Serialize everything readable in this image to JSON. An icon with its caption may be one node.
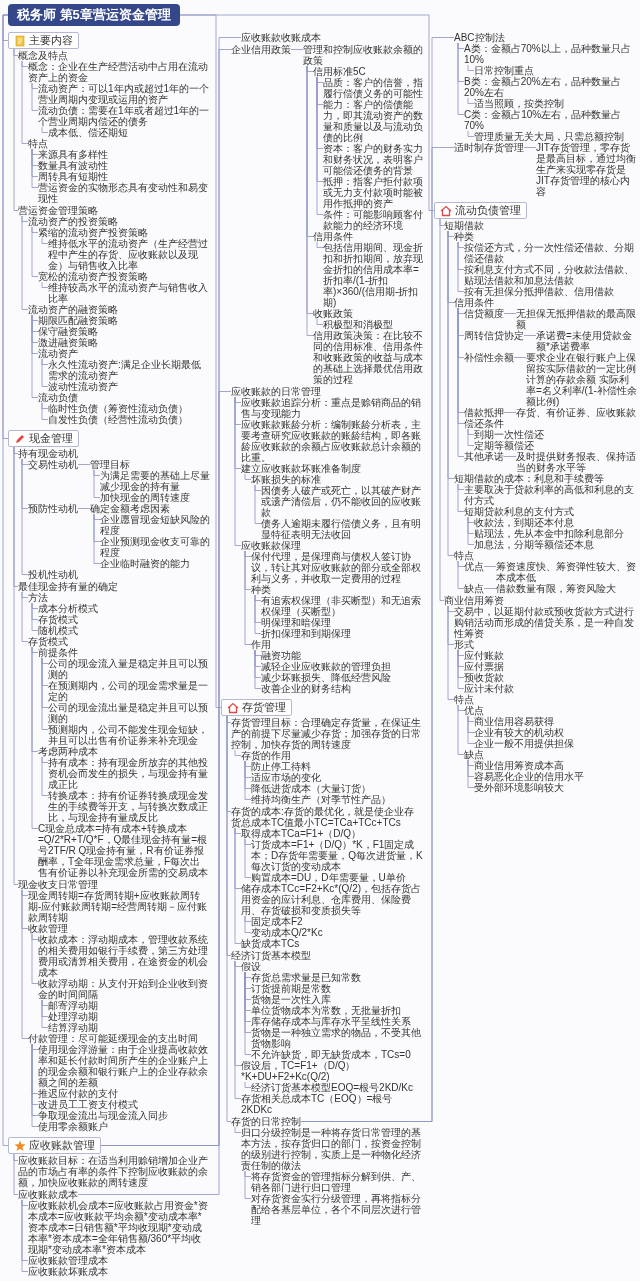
{
  "diagram": {
    "nodes": [
      {
        "text": [
          "税务师 第5章营运资金管理"
        ]
      },
      {
        "text": [
          "主要内容"
        ]
      },
      {
        "text": [
          "概念及特点"
        ]
      },
      {
        "text": [
          "概念：企业在生产经营活动中占用在流动资产上的资金"
        ]
      },
      {
        "text": [
          "流动资产：可以1年内或超过1年的一个营业周期内变现或运用的资产"
        ]
      },
      {
        "text": [
          "流动负债：需要在1年或者超过1年的一个营业周期内偿还的债务"
        ]
      },
      {
        "text": [
          "成本低、偿还期短"
        ]
      },
      {
        "text": [
          "特点"
        ]
      },
      {
        "text": [
          "来源具有多样性"
        ]
      },
      {
        "text": [
          "数量具有波动性"
        ]
      },
      {
        "text": [
          "周转具有短期性"
        ]
      },
      {
        "text": [
          "营运资金的实物形态具有变动性和易变现性"
        ]
      },
      {
        "text": [
          "营运资金管理策略"
        ]
      },
      {
        "text": [
          "流动资产的投资策略"
        ]
      },
      {
        "text": [
          "紧缩的流动资产投资策略"
        ]
      },
      {
        "text": [
          "维持低水平的流动资产（生产经营过程中产生的存货、应收账款以及现金）与销售收入比率"
        ]
      },
      {
        "text": [
          "宽松的流动资产投资策略"
        ]
      },
      {
        "text": [
          "维持较高水平的流动资产与销售收入比率"
        ]
      },
      {
        "text": [
          "流动资产的融资策略"
        ]
      },
      {
        "text": [
          "期限匹配融资策略"
        ]
      },
      {
        "text": [
          "保守融资策略"
        ]
      },
      {
        "text": [
          "激进融资策略"
        ]
      },
      {
        "text": [
          "流动资产"
        ]
      },
      {
        "text": [
          "永久性流动资产:满足企业长期最低需求的流动资产"
        ]
      },
      {
        "text": [
          "波动性流动资产"
        ]
      },
      {
        "text": [
          "流动负债"
        ]
      },
      {
        "text": [
          "临时性负债（筹资性流动负债）"
        ]
      },
      {
        "text": [
          "自发性负债（经营性流动负债）"
        ]
      },
      {
        "text": [
          "现金管理"
        ]
      },
      {
        "text": [
          "持有现金动机"
        ]
      },
      {
        "text": [
          "交易性动机"
        ]
      },
      {
        "text": [
          "管理目标"
        ]
      },
      {
        "text": [
          "为满足需要的基础上尽量减少现金的持有量"
        ]
      },
      {
        "text": [
          "加快现金的周转速度"
        ]
      },
      {
        "text": [
          "预防性动机"
        ]
      },
      {
        "text": [
          "确定金额考虑因素"
        ]
      },
      {
        "text": [
          "企业愿冒现金短缺风险的程度"
        ]
      },
      {
        "text": [
          "企业预测现金收支可靠的程度"
        ]
      },
      {
        "text": [
          "企业临时融资的能力"
        ]
      },
      {
        "text": [
          "投机性动机"
        ]
      },
      {
        "text": [
          "最佳现金持有量的确定"
        ]
      },
      {
        "text": [
          "方法"
        ]
      },
      {
        "text": [
          "成本分析模式"
        ]
      },
      {
        "text": [
          "存货模式"
        ]
      },
      {
        "text": [
          "随机模式"
        ]
      },
      {
        "text": [
          "存货模式"
        ]
      },
      {
        "text": [
          "前提条件"
        ]
      },
      {
        "text": [
          "公司的现金流入量是稳定并且可以预测的"
        ]
      },
      {
        "text": [
          "在预测期内，公司的现金需求量是一定的"
        ]
      },
      {
        "text": [
          "公司的现金流出量是稳定并且可以预测的"
        ]
      },
      {
        "text": [
          "预测期内，公司不能发生现金短缺，并且可以出售有价证券来补充现金"
        ]
      },
      {
        "text": [
          "考虑两种成本"
        ]
      },
      {
        "text": [
          "持有成本：持有现金所放弃的其他投资机会而发生的损失，与现金持有量成正比"
        ]
      },
      {
        "text": [
          "转换成本：持有价证券转换成现金发生的手续费等开支，与转换次数成正比，与现金持有量成反比"
        ]
      },
      {
        "text": [
          "C现金总成本=持有成本+转换成本=Q/2*R+T/Q*F，Q最佳现金持有量=根号2TF/R Q现金持有量，R有价证券报酬率，T全年现金需求总量，F每次出售有价证券以补充现金所需的交易成本"
        ]
      },
      {
        "text": [
          "现金收支日常管理"
        ]
      },
      {
        "text": [
          "现金周转期=存货周转期+应收账款周转期-应付账款周转期=经营周转期－应付账款周转期"
        ]
      },
      {
        "text": [
          "收款管理"
        ]
      },
      {
        "text": [
          "收款成本：浮动期成本，管理收款系统的相关费用如银行手续费，第三方处理费用或清算相关费用，在途资金的机会成本"
        ]
      },
      {
        "text": [
          "收款浮动期：从支付开始到企业收到资金的时间间隔"
        ]
      },
      {
        "text": [
          "邮寄浮动期"
        ]
      },
      {
        "text": [
          "处理浮动期"
        ]
      },
      {
        "text": [
          "结算浮动期"
        ]
      },
      {
        "text": [
          "付款管理：尽可能延缓现金的支出时间"
        ]
      },
      {
        "text": [
          "使用现金浮游量：由于企业提高收款效率和延长付款时间所产生的企业账户上的现金余额和银行账户上的企业存款余额之间的差额"
        ]
      },
      {
        "text": [
          "推迟应付款的支付"
        ]
      },
      {
        "text": [
          "改进员工工资支付模式"
        ]
      },
      {
        "text": [
          "争取现金流出与现金流入同步"
        ]
      },
      {
        "text": [
          "使用零余额账户"
        ]
      },
      {
        "text": [
          "应收账款管理"
        ]
      },
      {
        "text": [
          "应收账款目标：在适当利用赊销增加企业产品的市场占有率的条件下控制应收账款的余额，加快应收账款的周转速度"
        ]
      },
      {
        "text": [
          "应收账款成本"
        ]
      },
      {
        "text": [
          "应收账款机会成本=应收账款占用资金*资本成本=应收账款平均余额*变动成本率*资本成本=日销售额*平均收现期*变动成本率*资本成本=全年销售额/360*平均收现期*变动成本率*资本成本"
        ]
      },
      {
        "text": [
          "应收账款管理成本"
        ]
      },
      {
        "text": [
          "应收账款坏账成本"
        ]
      },
      {
        "text": [
          "应收账款收账成本"
        ]
      },
      {
        "text": [
          "企业信用政策"
        ]
      },
      {
        "text": [
          "管理和控制应收账款余额的政策"
        ]
      },
      {
        "text": [
          "信用标准5C"
        ]
      },
      {
        "text": [
          "品质：客户的信誉，指履行偿债义务的可能性"
        ]
      },
      {
        "text": [
          "能力：客户的偿债能力，即其流动资产的数量和质量以及与流动负债的比例"
        ]
      },
      {
        "text": [
          "资本：客户的财务实力和财务状况，表明客户可能偿还债务的背景"
        ]
      },
      {
        "text": [
          "抵押：指客户拒付款项或无力支付款项时能被用作抵押的资产"
        ]
      },
      {
        "text": [
          "条件：可能影响顾客付款能力的经济环境"
        ]
      },
      {
        "text": [
          "信用条件"
        ]
      },
      {
        "text": [
          "包括信用期间、现金折扣和折扣期间，放弃现金折扣的信用成本率=折扣率/(1-折扣率)×360/(信用期-折扣期)"
        ]
      },
      {
        "text": [
          "收账政策"
        ]
      },
      {
        "text": [
          "积极型和消极型"
        ]
      },
      {
        "text": [
          "信用政策决策：在比较不同的信用标准、信用条件和收账政策的收益与成本的基础上选择最优信用政策的过程"
        ]
      },
      {
        "text": [
          "应收账款的日常管理"
        ]
      },
      {
        "text": [
          "应收账款追踪分析：重点是赊销商品的销售与变现能力"
        ]
      },
      {
        "text": [
          "应收账款账龄分析：编制账龄分析表，主要考查研究应收账款的账龄结构，即各账龄应收账款的余额占应收账款总计余额的比重。"
        ]
      },
      {
        "text": [
          "建立应收账款坏账准备制度"
        ]
      },
      {
        "text": [
          "坏账损失的标准"
        ]
      },
      {
        "text": [
          "因债务人破产或死亡，以其破产财产或遗产清偿后，仍不能收回的应收账款"
        ]
      },
      {
        "text": [
          "债务人逾期未履行偿债义务，且有明显特征表明无法收回"
        ]
      },
      {
        "text": [
          "应收账款保理"
        ]
      },
      {
        "text": [
          "保付代理，是保理商与债权人签订协议，转让其对应收账款的部分或全部权利与义务，并收取一定费用的过程"
        ]
      },
      {
        "text": [
          "种类"
        ]
      },
      {
        "text": [
          "有追索权保理（非买断型）和无追索权保理（买断型）"
        ]
      },
      {
        "text": [
          "明保理和暗保理"
        ]
      },
      {
        "text": [
          "折扣保理和到期保理"
        ]
      },
      {
        "text": [
          "作用"
        ]
      },
      {
        "text": [
          "融资功能"
        ]
      },
      {
        "text": [
          "减轻企业应收账款的管理负担"
        ]
      },
      {
        "text": [
          "减少坏账损失、降低经营风险"
        ]
      },
      {
        "text": [
          "改善企业的财务结构"
        ]
      },
      {
        "text": [
          "存货管理"
        ]
      },
      {
        "text": [
          "存货管理目标：合理确定存货量，在保证生产的前提下尽量减少存货；加强存货的日常控制，加快存货的周转速度"
        ]
      },
      {
        "text": [
          "存货的作用"
        ]
      },
      {
        "text": [
          "防止停工待料"
        ]
      },
      {
        "text": [
          "适应市场的变化"
        ]
      },
      {
        "text": [
          "降低进货成本（大量订货）"
        ]
      },
      {
        "text": [
          "维持均衡生产（对季节性产品）"
        ]
      },
      {
        "text": [
          "存货的成本:存货的最优化，就是使企业存货总成本TC值最小TC=TCa+TCc+TCs"
        ]
      },
      {
        "text": [
          "取得成本TCa=F1+（D/Q）"
        ]
      },
      {
        "text": [
          "订货成本=F1+（D/Q）*K，F1固定成本；D存货年需要量，Q每次进货量，K每次订货的变动成本"
        ]
      },
      {
        "text": [
          "购置成本=DU，D年需要量，U单价"
        ]
      },
      {
        "text": [
          "储存成本TCc=F2+Kc*(Q/2)，包括存货占用资金的应计利息、仓库费用、保险费用、存货破损和变质损失等"
        ]
      },
      {
        "text": [
          "固定成本F2"
        ]
      },
      {
        "text": [
          "变动成本Q/2*Kc"
        ]
      },
      {
        "text": [
          "缺货成本TCs"
        ]
      },
      {
        "text": [
          "经济订货基本模型"
        ]
      },
      {
        "text": [
          "假设"
        ]
      },
      {
        "text": [
          "存货总需求量是已知常数"
        ]
      },
      {
        "text": [
          "订货提前期是常数"
        ]
      },
      {
        "text": [
          "货物是一次性入库"
        ]
      },
      {
        "text": [
          "单位货物成本为常数，无批量折扣"
        ]
      },
      {
        "text": [
          "库存储存成本与库存水平呈线性关系"
        ]
      },
      {
        "text": [
          "货物是一种独立需求的物品，不受其他货物影响"
        ]
      },
      {
        "text": [
          "不允许缺货，即无缺货成本，TCs=0"
        ]
      },
      {
        "text": [
          "假设后，TC=F1+（D/Q）*K+DU+F2+Kc(Q/2)"
        ]
      },
      {
        "text": [
          "经济订货基本模型EOQ=根号2KD/Kc"
        ]
      },
      {
        "text": [
          "存货相关总成本TC（EOQ）=根号2KDKc"
        ]
      },
      {
        "text": [
          "存货的日常控制"
        ]
      },
      {
        "text": [
          "归口分级控制是一种将存货日常管理的基本方法，按存货归口的部门，按资金控制的级别进行控制，实质上是一种物化经济责任制的做法"
        ]
      },
      {
        "text": [
          "将存货资金的管理指标分解到供、产、销各部门进行归口管理"
        ]
      },
      {
        "text": [
          "对存货资金实行分级管理，再将指标分配给各基层单位，各个不同层次进行管理"
        ]
      },
      {
        "text": [
          "ABC控制法"
        ]
      },
      {
        "text": [
          "A类：金额占70%以上，品种数量只占10%"
        ]
      },
      {
        "text": [
          "日常控制重点"
        ]
      },
      {
        "text": [
          "B类：金额占20%左右，品种数量占20%左右"
        ]
      },
      {
        "text": [
          "适当照顾，按类控制"
        ]
      },
      {
        "text": [
          "C类：金额占10%左右，品种数量占70%"
        ]
      },
      {
        "text": [
          "管理质量无关大局，只需总额控制"
        ]
      },
      {
        "text": [
          "适时制存货管理"
        ]
      },
      {
        "text": [
          "JIT存货管理，零存货是最高目标，通过均衡生产来实现零存货是JIT存货管理的核心内容"
        ]
      },
      {
        "text": [
          "流动负债管理"
        ]
      },
      {
        "text": [
          "短期借款"
        ]
      },
      {
        "text": [
          "种类"
        ]
      },
      {
        "text": [
          "按偿还方式，分一次性偿还借款、分期偿还借款"
        ]
      },
      {
        "text": [
          "按利息支付方式不同，分收款法借款、贴现法借款和加息法借款"
        ]
      },
      {
        "text": [
          "按有无担保分抵押借款、信用借款"
        ]
      },
      {
        "text": [
          "信用条件"
        ]
      },
      {
        "text": [
          "信贷额度"
        ]
      },
      {
        "text": [
          "无担保无抵押借款的最高限额"
        ]
      },
      {
        "text": [
          "周转信贷协定"
        ]
      },
      {
        "text": [
          "承诺费=未使用贷款金额*承诺费率"
        ]
      },
      {
        "text": [
          "补偿性余额"
        ]
      },
      {
        "text": [
          "要求企业在银行账户上保留按实际借款的一定比例计算的存款余额 实际利率=名义利率/(1-补偿性余额比例)"
        ]
      },
      {
        "text": [
          "借款抵押"
        ]
      },
      {
        "text": [
          "存货、有价证券、应收账款"
        ]
      },
      {
        "text": [
          "偿还条件"
        ]
      },
      {
        "text": [
          "到期一次性偿还"
        ]
      },
      {
        "text": [
          "定期等额偿还"
        ]
      },
      {
        "text": [
          "其他承诺"
        ]
      },
      {
        "text": [
          "及时提供财务报表、保持适当的财务水平等"
        ]
      },
      {
        "text": [
          "短期借款的成本：利息和手续费等"
        ]
      },
      {
        "text": [
          "主要取决于贷款利率的高低和利息的支付方式"
        ]
      },
      {
        "text": [
          "短期贷款利息的支付方式"
        ]
      },
      {
        "text": [
          "收款法，到期还本付息"
        ]
      },
      {
        "text": [
          "贴现法，先从本金中扣除利息部分"
        ]
      },
      {
        "text": [
          "加息法，分期等额偿还本息"
        ]
      },
      {
        "text": [
          "特点"
        ]
      },
      {
        "text": [
          "优点"
        ]
      },
      {
        "text": [
          "筹资速度快、筹资弹性较大、资本成本低"
        ]
      },
      {
        "text": [
          "缺点"
        ]
      },
      {
        "text": [
          "借款数量有限，筹资风险大"
        ]
      },
      {
        "text": [
          "商业信用筹资"
        ]
      },
      {
        "text": [
          "交易中，以延期付款或预收货款方式进行购销活动而形成的借贷关系，是一种自发性筹资"
        ]
      },
      {
        "text": [
          "形式"
        ]
      },
      {
        "text": [
          "应付账款"
        ]
      },
      {
        "text": [
          "应付票据"
        ]
      },
      {
        "text": [
          "预收货款"
        ]
      },
      {
        "text": [
          "应计未付款"
        ]
      },
      {
        "text": [
          "特点"
        ]
      },
      {
        "text": [
          "优点"
        ]
      },
      {
        "text": [
          "商业信用容易获得"
        ]
      },
      {
        "text": [
          "企业有较大的机动权"
        ]
      },
      {
        "text": [
          "企业一般不用提供担保"
        ]
      },
      {
        "text": [
          "缺点"
        ]
      },
      {
        "text": [
          "商业信用筹资成本高"
        ]
      },
      {
        "text": [
          "容易恶化企业的信用水平"
        ]
      },
      {
        "text": [
          "受外部环境影响较大"
        ]
      }
    ],
    "edges": [
      {
        "from": 0,
        "to": 1,
        "arrow": "none"
      },
      {
        "from": 1,
        "to": 2,
        "arrow": "none"
      },
      {
        "from": 2,
        "to": 3,
        "arrow": "none"
      },
      {
        "from": 3,
        "to": 4,
        "arrow": "none"
      },
      {
        "from": 3,
        "to": 5,
        "arrow": "none"
      },
      {
        "from": 5,
        "to": 6,
        "arrow": "none"
      },
      {
        "from": 2,
        "to": 7,
        "arrow": "none"
      },
      {
        "from": 7,
        "to": 8,
        "arrow": "none"
      },
      {
        "from": 7,
        "to": 9,
        "arrow": "none"
      },
      {
        "from": 7,
        "to": 10,
        "arrow": "none"
      },
      {
        "from": 7,
        "to": 11,
        "arrow": "none"
      },
      {
        "from": 1,
        "to": 12,
        "arrow": "none"
      },
      {
        "from": 12,
        "to": 13,
        "arrow": "none"
      },
      {
        "from": 13,
        "to": 14,
        "arrow": "none"
      },
      {
        "from": 14,
        "to": 15,
        "arrow": "none"
      },
      {
        "from": 13,
        "to": 16,
        "arrow": "none"
      },
      {
        "from": 16,
        "to": 17,
        "arrow": "none"
      },
      {
        "from": 12,
        "to": 18,
        "arrow": "none"
      },
      {
        "from": 18,
        "to": 19,
        "arrow": "none"
      },
      {
        "from": 18,
        "to": 20,
        "arrow": "none"
      },
      {
        "from": 18,
        "to": 21,
        "arrow": "none"
      },
      {
        "from": 18,
        "to": 22,
        "arrow": "none"
      },
      {
        "from": 22,
        "to": 23,
        "arrow": "none"
      },
      {
        "from": 22,
        "to": 24,
        "arrow": "none"
      },
      {
        "from": 18,
        "to": 25,
        "arrow": "none"
      },
      {
        "from": 25,
        "to": 26,
        "arrow": "none"
      },
      {
        "from": 25,
        "to": 27,
        "arrow": "none"
      },
      {
        "from": 0,
        "to": 28,
        "arrow": "none"
      },
      {
        "from": 28,
        "to": 29,
        "arrow": "none"
      },
      {
        "from": 29,
        "to": 30,
        "arrow": "none"
      },
      {
        "from": 30,
        "to": 31,
        "arrow": "none"
      },
      {
        "from": 31,
        "to": 32,
        "arrow": "none"
      },
      {
        "from": 31,
        "to": 33,
        "arrow": "none"
      },
      {
        "from": 29,
        "to": 34,
        "arrow": "none"
      },
      {
        "from": 34,
        "to": 35,
        "arrow": "none"
      },
      {
        "from": 35,
        "to": 36,
        "arrow": "none"
      },
      {
        "from": 35,
        "to": 37,
        "arrow": "none"
      },
      {
        "from": 35,
        "to": 38,
        "arrow": "none"
      },
      {
        "from": 29,
        "to": 39,
        "arrow": "none"
      },
      {
        "from": 28,
        "to": 40,
        "arrow": "none"
      },
      {
        "from": 40,
        "to": 41,
        "arrow": "none"
      },
      {
        "from": 41,
        "to": 42,
        "arrow": "none"
      },
      {
        "from": 41,
        "to": 43,
        "arrow": "none"
      },
      {
        "from": 41,
        "to": 44,
        "arrow": "none"
      },
      {
        "from": 40,
        "to": 45,
        "arrow": "none"
      },
      {
        "from": 45,
        "to": 46,
        "arrow": "none"
      },
      {
        "from": 46,
        "to": 47,
        "arrow": "none"
      },
      {
        "from": 46,
        "to": 48,
        "arrow": "none"
      },
      {
        "from": 46,
        "to": 49,
        "arrow": "none"
      },
      {
        "from": 46,
        "to": 50,
        "arrow": "none"
      },
      {
        "from": 45,
        "to": 51,
        "arrow": "none"
      },
      {
        "from": 51,
        "to": 52,
        "arrow": "none"
      },
      {
        "from": 51,
        "to": 53,
        "arrow": "none"
      },
      {
        "from": 45,
        "to": 54,
        "arrow": "none"
      },
      {
        "from": 28,
        "to": 55,
        "arrow": "none"
      },
      {
        "from": 55,
        "to": 56,
        "arrow": "none"
      },
      {
        "from": 55,
        "to": 57,
        "arrow": "none"
      },
      {
        "from": 57,
        "to": 58,
        "arrow": "none"
      },
      {
        "from": 57,
        "to": 59,
        "arrow": "none"
      },
      {
        "from": 59,
        "to": 60,
        "arrow": "none"
      },
      {
        "from": 59,
        "to": 61,
        "arrow": "none"
      },
      {
        "from": 59,
        "to": 62,
        "arrow": "none"
      },
      {
        "from": 55,
        "to": 63,
        "arrow": "none"
      },
      {
        "from": 63,
        "to": 64,
        "arrow": "none"
      },
      {
        "from": 63,
        "to": 65,
        "arrow": "none"
      },
      {
        "from": 63,
        "to": 66,
        "arrow": "none"
      },
      {
        "from": 63,
        "to": 67,
        "arrow": "none"
      },
      {
        "from": 63,
        "to": 68,
        "arrow": "none"
      },
      {
        "from": 0,
        "to": 69,
        "arrow": "none"
      },
      {
        "from": 69,
        "to": 70,
        "arrow": "none"
      },
      {
        "from": 69,
        "to": 71,
        "arrow": "none"
      },
      {
        "from": 71,
        "to": 72,
        "arrow": "none"
      },
      {
        "from": 71,
        "to": 73,
        "arrow": "none"
      },
      {
        "from": 71,
        "to": 74,
        "arrow": "none"
      },
      {
        "from": 71,
        "to": 75,
        "arrow": "none"
      },
      {
        "from": 69,
        "to": 76,
        "arrow": "none"
      },
      {
        "from": 76,
        "to": 77,
        "arrow": "none"
      },
      {
        "from": 77,
        "to": 78,
        "arrow": "none"
      },
      {
        "from": 78,
        "to": 79,
        "arrow": "none"
      },
      {
        "from": 78,
        "to": 80,
        "arrow": "none"
      },
      {
        "from": 78,
        "to": 81,
        "arrow": "none"
      },
      {
        "from": 78,
        "to": 82,
        "arrow": "none"
      },
      {
        "from": 78,
        "to": 83,
        "arrow": "none"
      },
      {
        "from": 77,
        "to": 84,
        "arrow": "none"
      },
      {
        "from": 84,
        "to": 85,
        "arrow": "none"
      },
      {
        "from": 77,
        "to": 86,
        "arrow": "none"
      },
      {
        "from": 86,
        "to": 87,
        "arrow": "none"
      },
      {
        "from": 77,
        "to": 88,
        "arrow": "none"
      },
      {
        "from": 69,
        "to": 89,
        "arrow": "none"
      },
      {
        "from": 89,
        "to": 90,
        "arrow": "none"
      },
      {
        "from": 89,
        "to": 91,
        "arrow": "none"
      },
      {
        "from": 89,
        "to": 92,
        "arrow": "none"
      },
      {
        "from": 92,
        "to": 93,
        "arrow": "none"
      },
      {
        "from": 93,
        "to": 94,
        "arrow": "none"
      },
      {
        "from": 93,
        "to": 95,
        "arrow": "none"
      },
      {
        "from": 89,
        "to": 96,
        "arrow": "none"
      },
      {
        "from": 96,
        "to": 97,
        "arrow": "none"
      },
      {
        "from": 96,
        "to": 98,
        "arrow": "none"
      },
      {
        "from": 98,
        "to": 99,
        "arrow": "none"
      },
      {
        "from": 98,
        "to": 100,
        "arrow": "none"
      },
      {
        "from": 98,
        "to": 101,
        "arrow": "none"
      },
      {
        "from": 96,
        "to": 102,
        "arrow": "none"
      },
      {
        "from": 102,
        "to": 103,
        "arrow": "none"
      },
      {
        "from": 102,
        "to": 104,
        "arrow": "none"
      },
      {
        "from": 102,
        "to": 105,
        "arrow": "none"
      },
      {
        "from": 102,
        "to": 106,
        "arrow": "none"
      },
      {
        "from": 0,
        "to": 107,
        "arrow": "none"
      },
      {
        "from": 107,
        "to": 108,
        "arrow": "none"
      },
      {
        "from": 108,
        "to": 109,
        "arrow": "none"
      },
      {
        "from": 109,
        "to": 110,
        "arrow": "none"
      },
      {
        "from": 109,
        "to": 111,
        "arrow": "none"
      },
      {
        "from": 109,
        "to": 112,
        "arrow": "none"
      },
      {
        "from": 109,
        "to": 113,
        "arrow": "none"
      },
      {
        "from": 107,
        "to": 114,
        "arrow": "none"
      },
      {
        "from": 114,
        "to": 115,
        "arrow": "none"
      },
      {
        "from": 115,
        "to": 116,
        "arrow": "none"
      },
      {
        "from": 115,
        "to": 117,
        "arrow": "none"
      },
      {
        "from": 114,
        "to": 118,
        "arrow": "none"
      },
      {
        "from": 118,
        "to": 119,
        "arrow": "none"
      },
      {
        "from": 118,
        "to": 120,
        "arrow": "none"
      },
      {
        "from": 114,
        "to": 121,
        "arrow": "none"
      },
      {
        "from": 107,
        "to": 122,
        "arrow": "none"
      },
      {
        "from": 122,
        "to": 123,
        "arrow": "none"
      },
      {
        "from": 123,
        "to": 124,
        "arrow": "none"
      },
      {
        "from": 123,
        "to": 125,
        "arrow": "none"
      },
      {
        "from": 123,
        "to": 126,
        "arrow": "none"
      },
      {
        "from": 123,
        "to": 127,
        "arrow": "none"
      },
      {
        "from": 123,
        "to": 128,
        "arrow": "none"
      },
      {
        "from": 123,
        "to": 129,
        "arrow": "none"
      },
      {
        "from": 123,
        "to": 130,
        "arrow": "none"
      },
      {
        "from": 122,
        "to": 131,
        "arrow": "none"
      },
      {
        "from": 131,
        "to": 132,
        "arrow": "none"
      },
      {
        "from": 122,
        "to": 133,
        "arrow": "none"
      },
      {
        "from": 107,
        "to": 134,
        "arrow": "none"
      },
      {
        "from": 134,
        "to": 135,
        "arrow": "none"
      },
      {
        "from": 135,
        "to": 136,
        "arrow": "none"
      },
      {
        "from": 135,
        "to": 137,
        "arrow": "none"
      },
      {
        "from": 134,
        "to": 138,
        "arrow": "none"
      },
      {
        "from": 138,
        "to": 139,
        "arrow": "none"
      },
      {
        "from": 139,
        "to": 140,
        "arrow": "none"
      },
      {
        "from": 138,
        "to": 141,
        "arrow": "none"
      },
      {
        "from": 141,
        "to": 142,
        "arrow": "none"
      },
      {
        "from": 138,
        "to": 143,
        "arrow": "none"
      },
      {
        "from": 143,
        "to": 144,
        "arrow": "none"
      },
      {
        "from": 134,
        "to": 145,
        "arrow": "none"
      },
      {
        "from": 145,
        "to": 146,
        "arrow": "none"
      },
      {
        "from": 0,
        "to": 147,
        "arrow": "none"
      },
      {
        "from": 147,
        "to": 148,
        "arrow": "none"
      },
      {
        "from": 148,
        "to": 149,
        "arrow": "none"
      },
      {
        "from": 149,
        "to": 150,
        "arrow": "none"
      },
      {
        "from": 149,
        "to": 151,
        "arrow": "none"
      },
      {
        "from": 149,
        "to": 152,
        "arrow": "none"
      },
      {
        "from": 148,
        "to": 153,
        "arrow": "none"
      },
      {
        "from": 153,
        "to": 154,
        "arrow": "none"
      },
      {
        "from": 154,
        "to": 155,
        "arrow": "none"
      },
      {
        "from": 153,
        "to": 156,
        "arrow": "none"
      },
      {
        "from": 156,
        "to": 157,
        "arrow": "none"
      },
      {
        "from": 153,
        "to": 158,
        "arrow": "none"
      },
      {
        "from": 158,
        "to": 159,
        "arrow": "none"
      },
      {
        "from": 153,
        "to": 160,
        "arrow": "none"
      },
      {
        "from": 160,
        "to": 161,
        "arrow": "none"
      },
      {
        "from": 153,
        "to": 162,
        "arrow": "none"
      },
      {
        "from": 162,
        "to": 163,
        "arrow": "none"
      },
      {
        "from": 162,
        "to": 164,
        "arrow": "none"
      },
      {
        "from": 153,
        "to": 165,
        "arrow": "none"
      },
      {
        "from": 165,
        "to": 166,
        "arrow": "none"
      },
      {
        "from": 148,
        "to": 167,
        "arrow": "none"
      },
      {
        "from": 167,
        "to": 168,
        "arrow": "none"
      },
      {
        "from": 167,
        "to": 169,
        "arrow": "none"
      },
      {
        "from": 169,
        "to": 170,
        "arrow": "none"
      },
      {
        "from": 169,
        "to": 171,
        "arrow": "none"
      },
      {
        "from": 169,
        "to": 172,
        "arrow": "none"
      },
      {
        "from": 148,
        "to": 173,
        "arrow": "none"
      },
      {
        "from": 173,
        "to": 174,
        "arrow": "none"
      },
      {
        "from": 174,
        "to": 175,
        "arrow": "none"
      },
      {
        "from": 173,
        "to": 176,
        "arrow": "none"
      },
      {
        "from": 176,
        "to": 177,
        "arrow": "none"
      },
      {
        "from": 147,
        "to": 178,
        "arrow": "none"
      },
      {
        "from": 178,
        "to": 179,
        "arrow": "none"
      },
      {
        "from": 178,
        "to": 180,
        "arrow": "none"
      },
      {
        "from": 180,
        "to": 181,
        "arrow": "none"
      },
      {
        "from": 180,
        "to": 182,
        "arrow": "none"
      },
      {
        "from": 180,
        "to": 183,
        "arrow": "none"
      },
      {
        "from": 180,
        "to": 184,
        "arrow": "none"
      },
      {
        "from": 178,
        "to": 185,
        "arrow": "none"
      },
      {
        "from": 185,
        "to": 186,
        "arrow": "none"
      },
      {
        "from": 186,
        "to": 187,
        "arrow": "none"
      },
      {
        "from": 186,
        "to": 188,
        "arrow": "none"
      },
      {
        "from": 186,
        "to": 189,
        "arrow": "none"
      },
      {
        "from": 185,
        "to": 190,
        "arrow": "none"
      },
      {
        "from": 190,
        "to": 191,
        "arrow": "none"
      },
      {
        "from": 190,
        "to": 192,
        "arrow": "none"
      },
      {
        "from": 190,
        "to": 193,
        "arrow": "none"
      }
    ]
  }
}
